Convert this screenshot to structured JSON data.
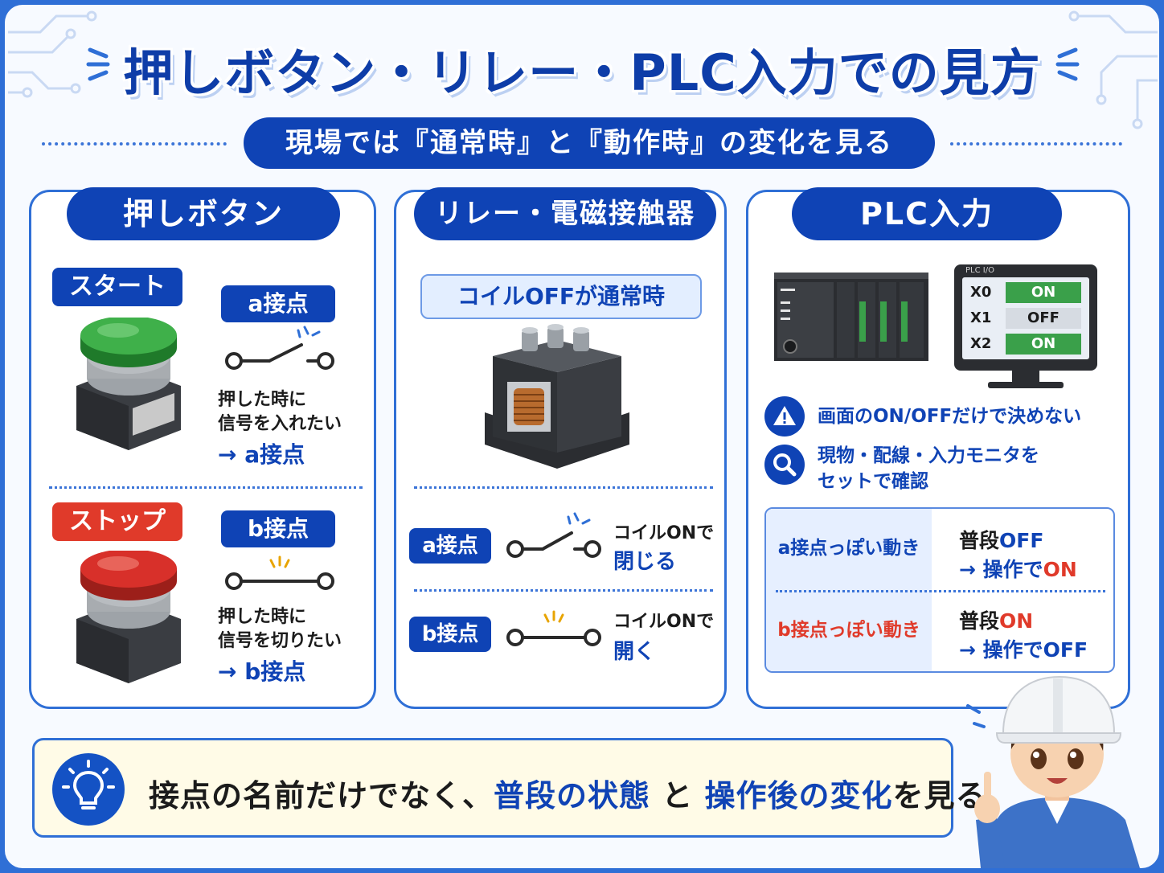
{
  "title": "押しボタン・リレー・PLC入力での見方",
  "subtitle": "現場では『通常時』と『動作時』の変化を見る",
  "panel_pushbutton": {
    "heading": "押しボタン",
    "start_label": "スタート",
    "start_contact": "a接点",
    "start_desc_1": "押した時に",
    "start_desc_2": "信号を入れたい",
    "start_result": "→ a接点",
    "stop_label": "ストップ",
    "stop_contact": "b接点",
    "stop_desc_1": "押した時に",
    "stop_desc_2": "信号を切りたい",
    "stop_result": "→ b接点"
  },
  "panel_relay": {
    "heading": "リレー・電磁接触器",
    "coil_note": "コイルOFFが通常時",
    "a_label": "a接点",
    "a_desc_1": "コイルONで",
    "a_desc_2": "閉じる",
    "b_label": "b接点",
    "b_desc_1": "コイルONで",
    "b_desc_2": "開く"
  },
  "panel_plc": {
    "heading": "PLC入力",
    "monitor_label": "PLC I/O",
    "io_rows": [
      {
        "name": "X0",
        "state": "ON"
      },
      {
        "name": "X1",
        "state": "OFF"
      },
      {
        "name": "X2",
        "state": "ON"
      }
    ],
    "warning_text": "画面のON/OFFだけで決めない",
    "check_text_1": "現物・配線・入力モニタを",
    "check_text_2": "セットで確認",
    "a_behavior": "a接点っぽい動き",
    "a_normal_prefix": "普段",
    "a_normal_state": "OFF",
    "a_action_prefix": "→ 操作で",
    "a_action_state": "ON",
    "b_behavior": "b接点っぽい動き",
    "b_normal_prefix": "普段",
    "b_normal_state": "ON",
    "b_action_prefix": "→ 操作で",
    "b_action_state": "OFF"
  },
  "bottom": {
    "part1": "接点の名前だけでなく、",
    "part2": "普段の状態",
    "part3": " と ",
    "part4": "操作後の変化",
    "part5": "を見る"
  },
  "colors": {
    "accent": "#0f43b5",
    "border": "#2f6fd6",
    "warning_red": "#e03a2a",
    "on_green": "#3aa04a",
    "start_green": "#2f9e3a",
    "stop_red": "#d8302a"
  },
  "icons": [
    "warning-icon",
    "search-icon",
    "lightbulb-icon"
  ]
}
